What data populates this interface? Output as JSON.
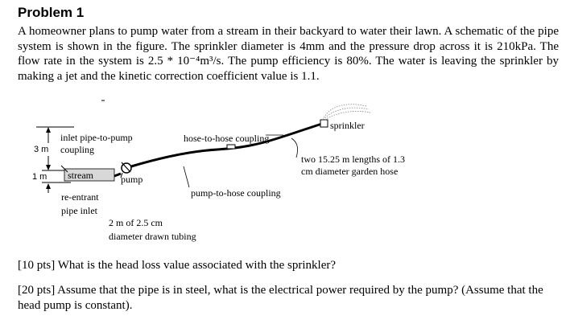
{
  "problem": {
    "title": "Problem 1",
    "description": "A homeowner plans to pump water from a stream in their backyard to water their lawn. A schematic of the pipe system is shown in the figure. The sprinkler diameter is 4mm and the pressure drop across it is 210kPa. The flow rate in the system is 2.5 * 10⁻⁴m³/s. The pump efficiency is 80%. The water is leaving the sprinkler by making a jet and the kinetic correction coefficient value is 1.1."
  },
  "figure": {
    "sprinkler": "sprinkler",
    "hose_coupling": "hose-to-hose coupling",
    "inlet_coupling_line1": "inlet pipe-to-pump",
    "inlet_coupling_line2": "coupling",
    "height_3m": "3 m",
    "height_1m": "1 m",
    "stream": "stream",
    "pump": "pump",
    "garden_hose_line1": "two 15.25 m lengths of 1.3",
    "garden_hose_line2": "cm diameter garden hose",
    "pump_coupling": "pump-to-hose coupling",
    "reentrant_line1": "re-entrant",
    "reentrant_line2": "pipe inlet",
    "tubing_line1": "2 m of 2.5 cm",
    "tubing_line2": "diameter drawn tubing"
  },
  "questions": {
    "q1": "[10 pts] What is the head loss value associated with the sprinkler?",
    "q2": "[20 pts] Assume that the pipe is in steel, what is the electrical power required by the pump? (Assume that the head pump is constant)."
  }
}
